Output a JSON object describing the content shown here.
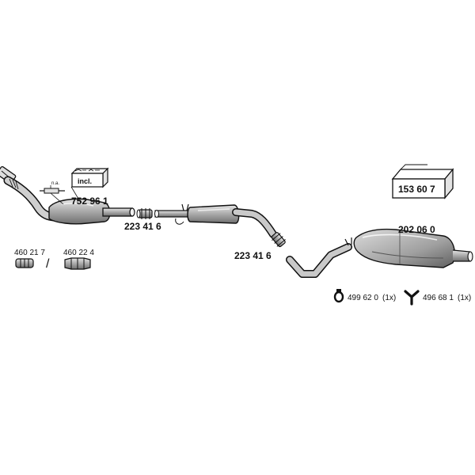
{
  "diagram": {
    "parts": {
      "front_pipe_cat": {
        "number": "752 96 1",
        "badge": "incl.",
        "note": "n.a."
      },
      "clamp_a": {
        "number": "223 41 6"
      },
      "clamp_b": {
        "number": "223 41 6"
      },
      "rear_muffler": {
        "number": "202 06 0"
      },
      "mounting_kit": {
        "number": "153 60 7"
      },
      "hanger_ring": {
        "number": "499 62 0",
        "qty": "(1x)"
      },
      "hanger_y": {
        "number": "496 68 1",
        "qty": "(1x)"
      },
      "seal_a": {
        "number": "460 21 7"
      },
      "seal_b": {
        "number": "460 22 4"
      },
      "separator": "/"
    },
    "colors": {
      "line": "#111111",
      "part_fill": "#a9a9a9",
      "part_light": "#d4d4d4",
      "background": "#ffffff"
    }
  }
}
